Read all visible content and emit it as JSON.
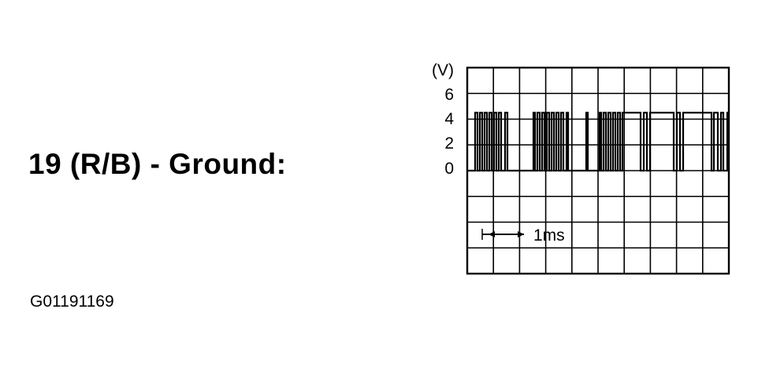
{
  "label": "19 (R/B) - Ground:",
  "figure_id": "G01191169",
  "scope": {
    "unit_label": "(V)",
    "y_ticks": [
      "6",
      "4",
      "2",
      "0"
    ],
    "timebase_label": "1ms",
    "columns": 10,
    "rows": 8,
    "colors": {
      "trace": "#000000",
      "grid": "#000000",
      "background": "#ffffff"
    },
    "signal_levels_v": {
      "high": 4.5,
      "low": 0
    }
  }
}
